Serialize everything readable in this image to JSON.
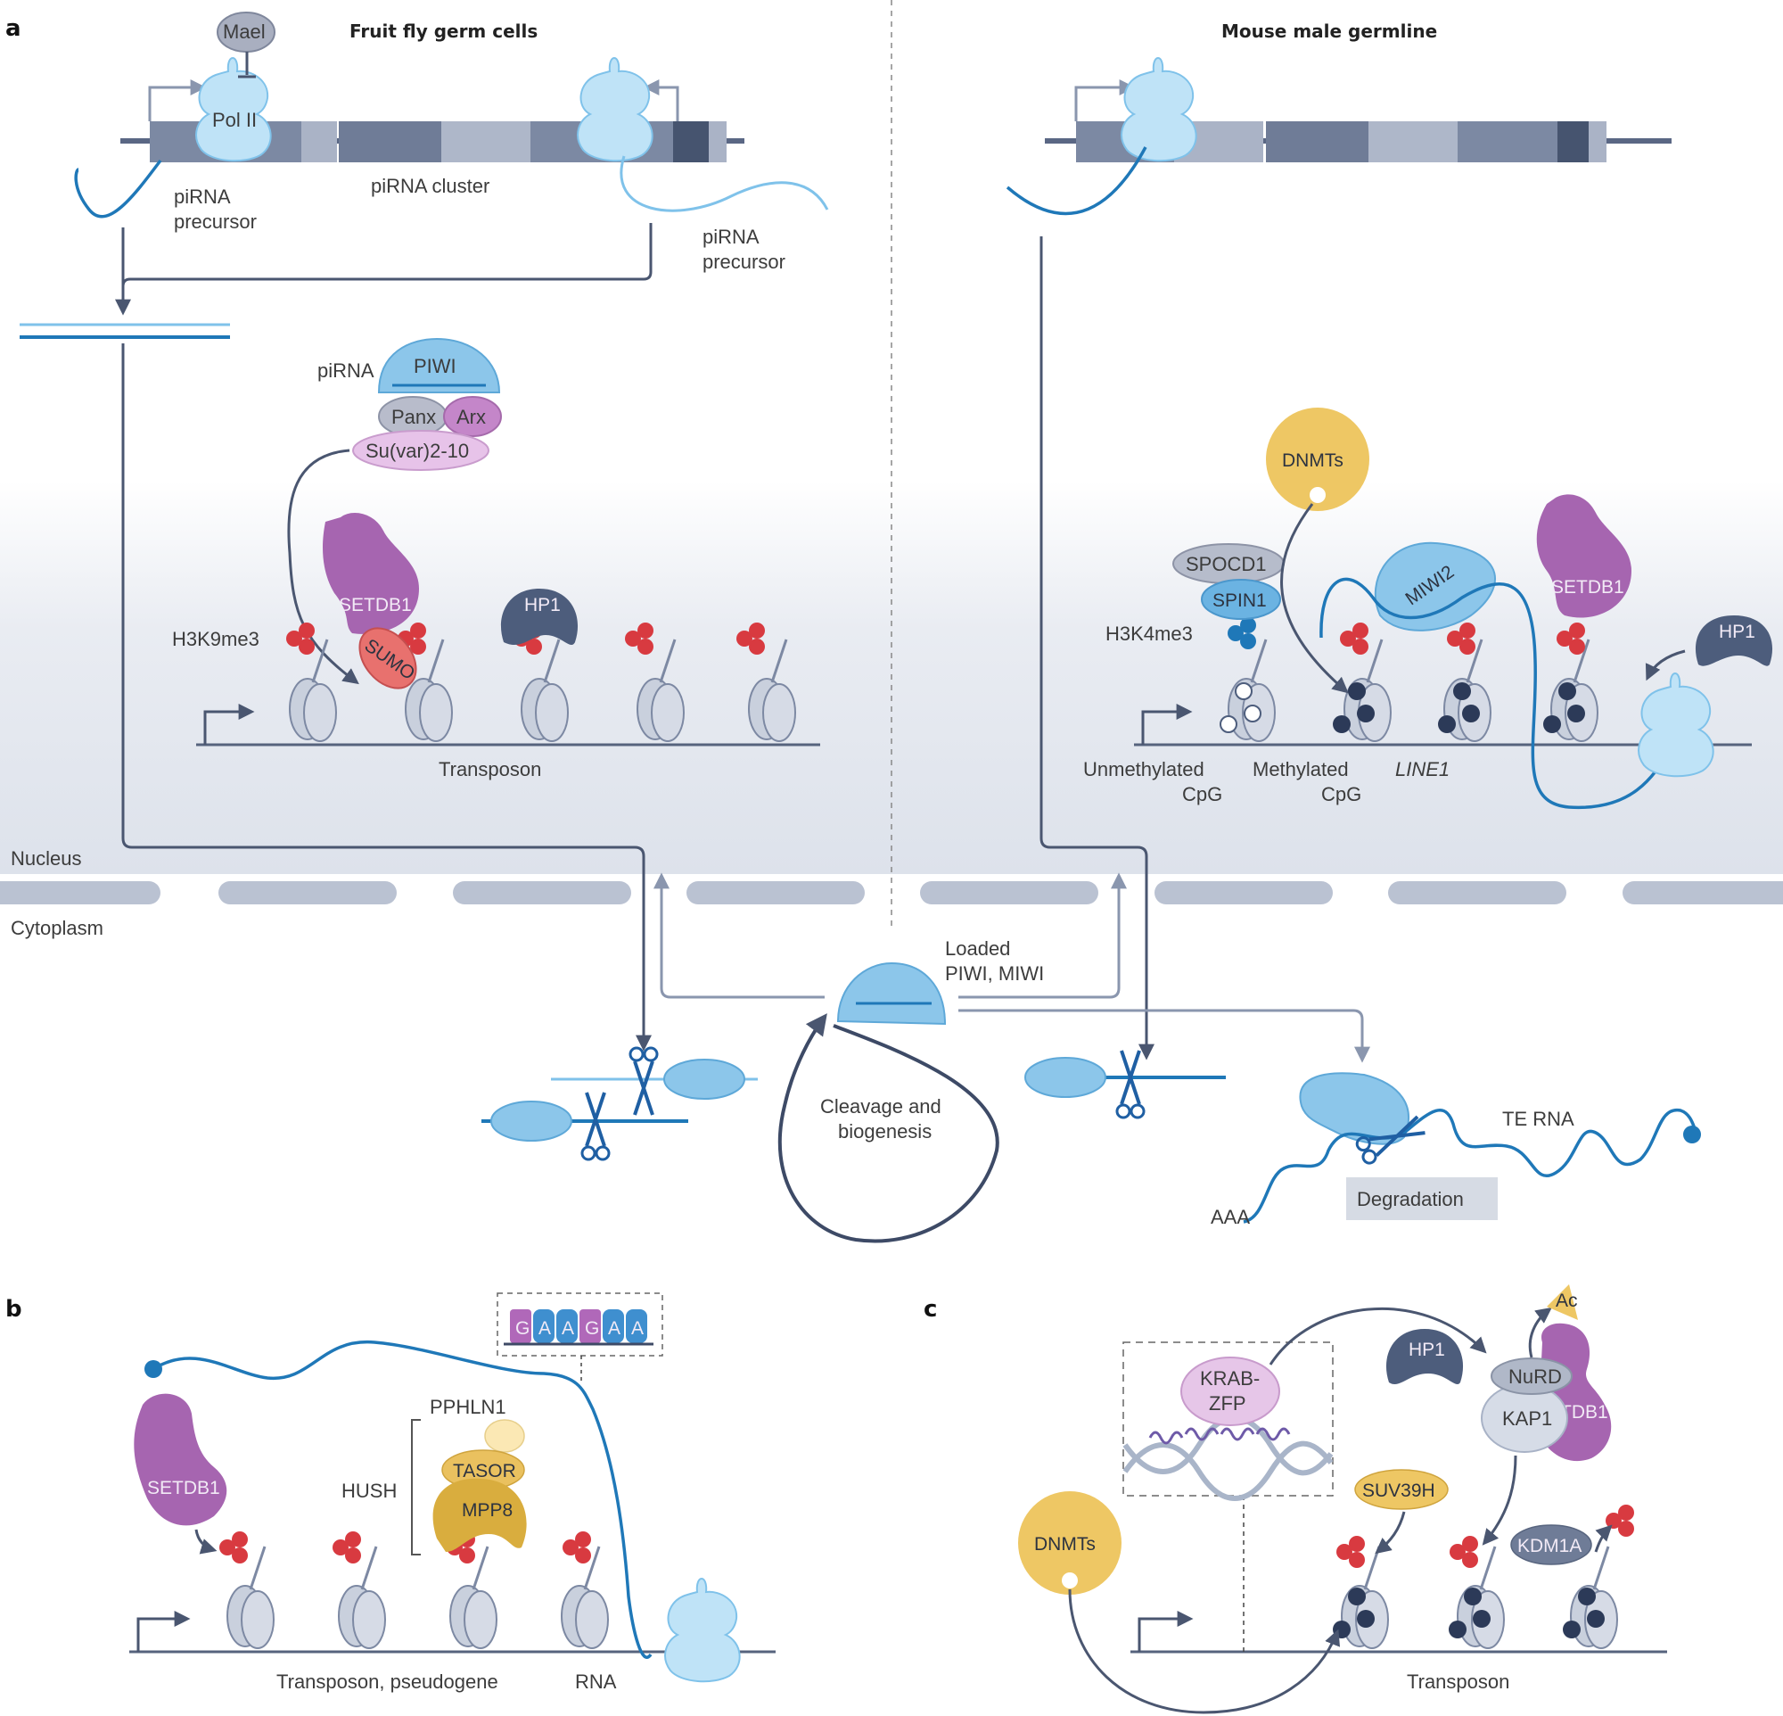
{
  "panels": {
    "a": "a",
    "b": "b",
    "c": "c"
  },
  "panel_a": {
    "title_left": "Fruit fly germ cells",
    "title_right": "Mouse male germline",
    "fly": {
      "mael": "Mael",
      "pol2": "Pol II",
      "precursor_left": [
        "piRNA",
        "precursor"
      ],
      "cluster": "piRNA cluster",
      "precursor_right": [
        "piRNA",
        "precursor"
      ],
      "pirna": "piRNA",
      "piwi": "PIWI",
      "panx": "Panx",
      "arx": "Arx",
      "suvar": "Su(var)2-10",
      "setdb1": "SETDB1",
      "sumo": "SUMO",
      "hp1": "HP1",
      "h3k9me3": "H3K9me3",
      "transposon": "Transposon"
    },
    "mouse": {
      "dnmts": "DNMTs",
      "spocd1": "SPOCD1",
      "spin1": "SPIN1",
      "h3k4me3": "H3K4me3",
      "miwi2": "MIWI2",
      "setdb1": "SETDB1",
      "hp1": "HP1",
      "unmethylated": [
        "Unmethylated",
        "CpG"
      ],
      "methylated": [
        "Methylated",
        "CpG"
      ],
      "line1": "LINE1"
    },
    "compartments": {
      "nucleus": "Nucleus",
      "cytoplasm": "Cytoplasm"
    },
    "cycle": {
      "loaded": [
        "Loaded",
        "PIWI, MIWI"
      ],
      "center": [
        "Cleavage and",
        "biogenesis"
      ],
      "te_rna": "TE RNA",
      "aaa": "AAA",
      "degradation": "Degradation"
    }
  },
  "panel_b": {
    "setdb1": "SETDB1",
    "pphln1": "PPHLN1",
    "tasor": "TASOR",
    "mpp8": "MPP8",
    "hush": "HUSH",
    "motif": [
      "G",
      "A",
      "A",
      "G",
      "A",
      "A"
    ],
    "transposon": "Transposon, pseudogene",
    "rna": "RNA"
  },
  "panel_c": {
    "krab": [
      "KRAB-",
      "ZFP"
    ],
    "hp1": "HP1",
    "nurd": "NuRD",
    "kap1": "KAP1",
    "setdb1": "SETDB1",
    "ac": "Ac",
    "suv39h": "SUV39H",
    "kdm1a": "KDM1A",
    "dnmts": "DNMTs",
    "transposon": "Transposon"
  },
  "colors": {
    "pol2": "#bfe3f7",
    "piwi": "#8cc6ea",
    "setdb1": "#a665b0",
    "hp1": "#4d5d7c",
    "h3k9me3": "#d83a40",
    "h3k4me3": "#1f78b8",
    "dnmts": "#eec764",
    "nucleus_bg": "#dfe3ec"
  }
}
